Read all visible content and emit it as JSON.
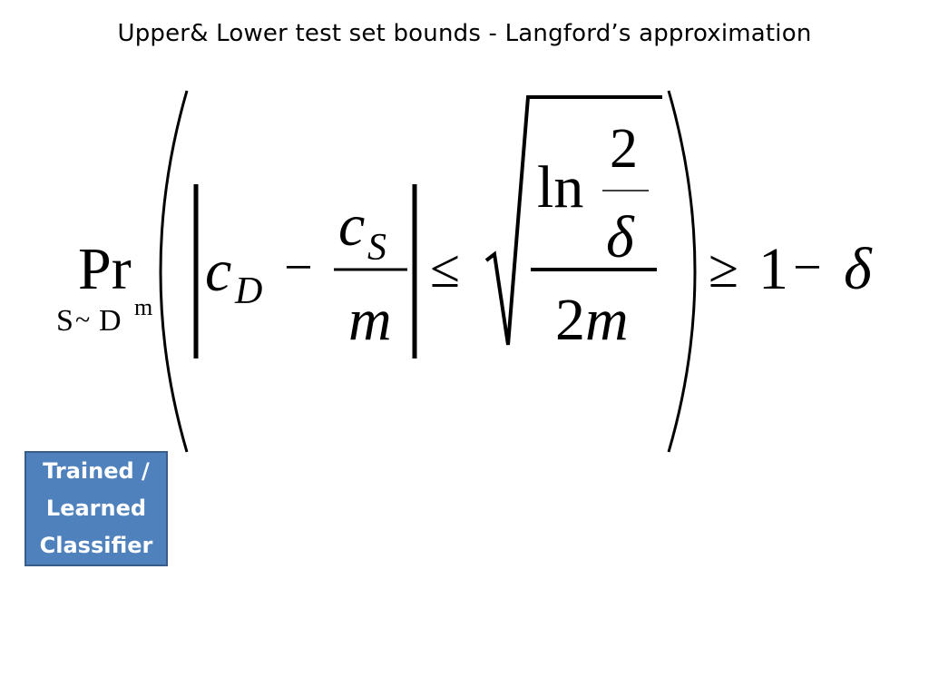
{
  "slide": {
    "title": "Upper& Lower test set bounds - Langford’s approximation"
  },
  "formula": {
    "operator": "Pr",
    "subscript_S": "S",
    "subscript_tilde": "~",
    "subscript_D": "D",
    "subscript_m": "m",
    "c": "c",
    "sub_D": "D",
    "minus": "−",
    "sub_S": "S",
    "m": "m",
    "leq": "≤",
    "ln": "ln",
    "two": "2",
    "delta": "δ",
    "two_m": "2m",
    "geq": "≥",
    "one": "1"
  },
  "annotation": {
    "text": "Trained /\nLearned\nClassifier",
    "fill_color": "#4f81bd",
    "border_color": "#385d8a"
  }
}
